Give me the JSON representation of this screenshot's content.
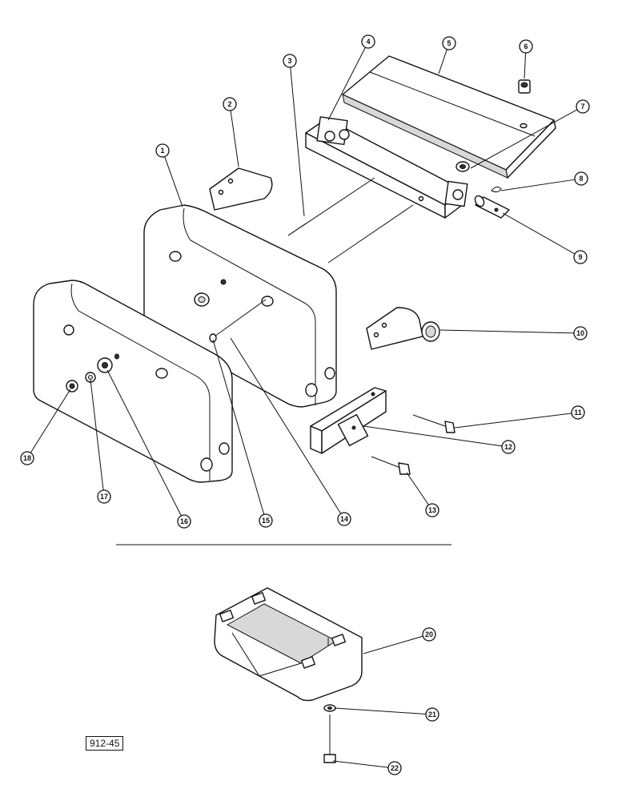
{
  "callouts": [
    "1",
    "2",
    "3",
    "4",
    "5",
    "6",
    "7",
    "8",
    "9",
    "10",
    "11",
    "12",
    "13",
    "14",
    "15",
    "16",
    "17",
    "18",
    "20",
    "21",
    "22"
  ],
  "drawing_code": "912-45"
}
